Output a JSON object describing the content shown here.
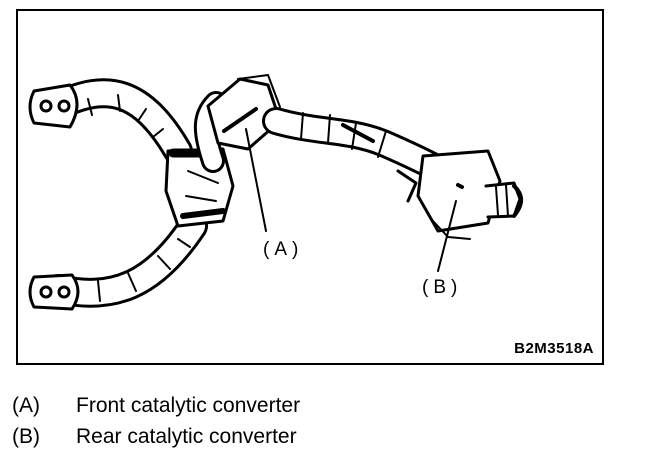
{
  "figure": {
    "code": "B2M3518A",
    "callouts": {
      "a": "(A)",
      "b": "(B)"
    }
  },
  "legend": [
    {
      "key": "(A)",
      "label": "Front catalytic converter"
    },
    {
      "key": "(B)",
      "label": "Rear catalytic converter"
    }
  ]
}
